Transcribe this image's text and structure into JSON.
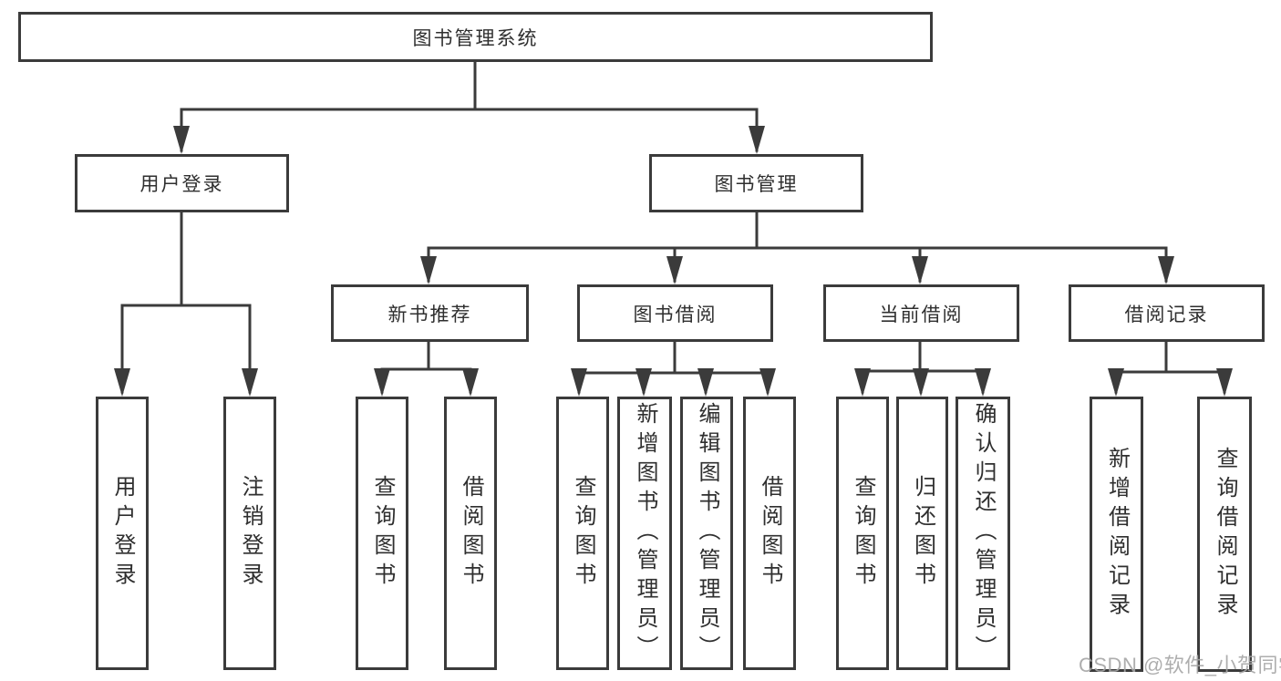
{
  "diagram": {
    "root": "图书管理系统",
    "branches": [
      {
        "label": "用户登录",
        "children": [
          "用户登录",
          "注销登录"
        ]
      },
      {
        "label": "图书管理",
        "sections": [
          {
            "label": "新书推荐",
            "children": [
              "查询图书",
              "借阅图书"
            ]
          },
          {
            "label": "图书借阅",
            "children": [
              "查询图书",
              "新增图书（管理员）",
              "编辑图书（管理员）",
              "借阅图书"
            ]
          },
          {
            "label": "当前借阅",
            "children": [
              "查询图书",
              "归还图书",
              "确认归还（管理员）"
            ]
          },
          {
            "label": "借阅记录",
            "children": [
              "新增借阅记录",
              "查询借阅记录"
            ]
          }
        ]
      }
    ]
  },
  "watermark": {
    "text": "CSDN @软件_小贺同学"
  },
  "colors": {
    "line": "#3b3b3b",
    "text": "#2f2f2f",
    "watermark": "#a6a6a6",
    "background": "#ffffff"
  }
}
